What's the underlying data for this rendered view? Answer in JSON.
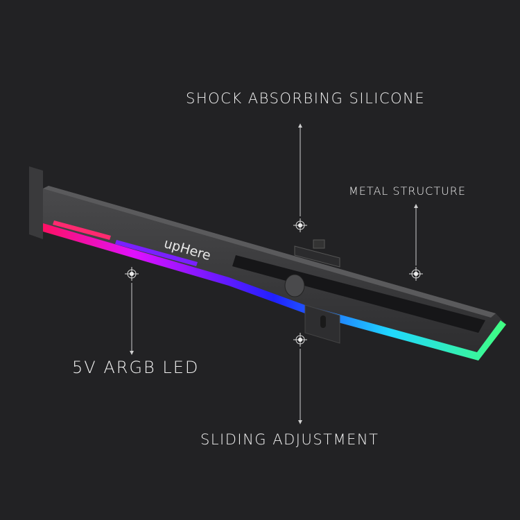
{
  "brand": "upHere",
  "callouts": {
    "shock": "SHOCK ABSORBING SILICONE",
    "metal": "METAL STRUCTURE",
    "led": "5V ARGB LED",
    "sliding": "SLIDING ADJUSTMENT"
  },
  "colors": {
    "background": "#222224",
    "led_start": "#ff1060",
    "led_mid1": "#e010ff",
    "led_mid2": "#2020ff",
    "led_mid3": "#20d8ff",
    "led_end": "#40ff80"
  }
}
